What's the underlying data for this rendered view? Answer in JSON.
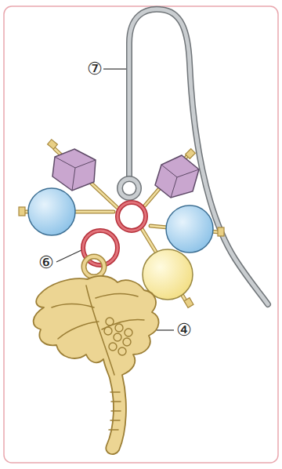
{
  "diagram": {
    "labels": [
      "⑦",
      "⑥",
      "④"
    ]
  }
}
